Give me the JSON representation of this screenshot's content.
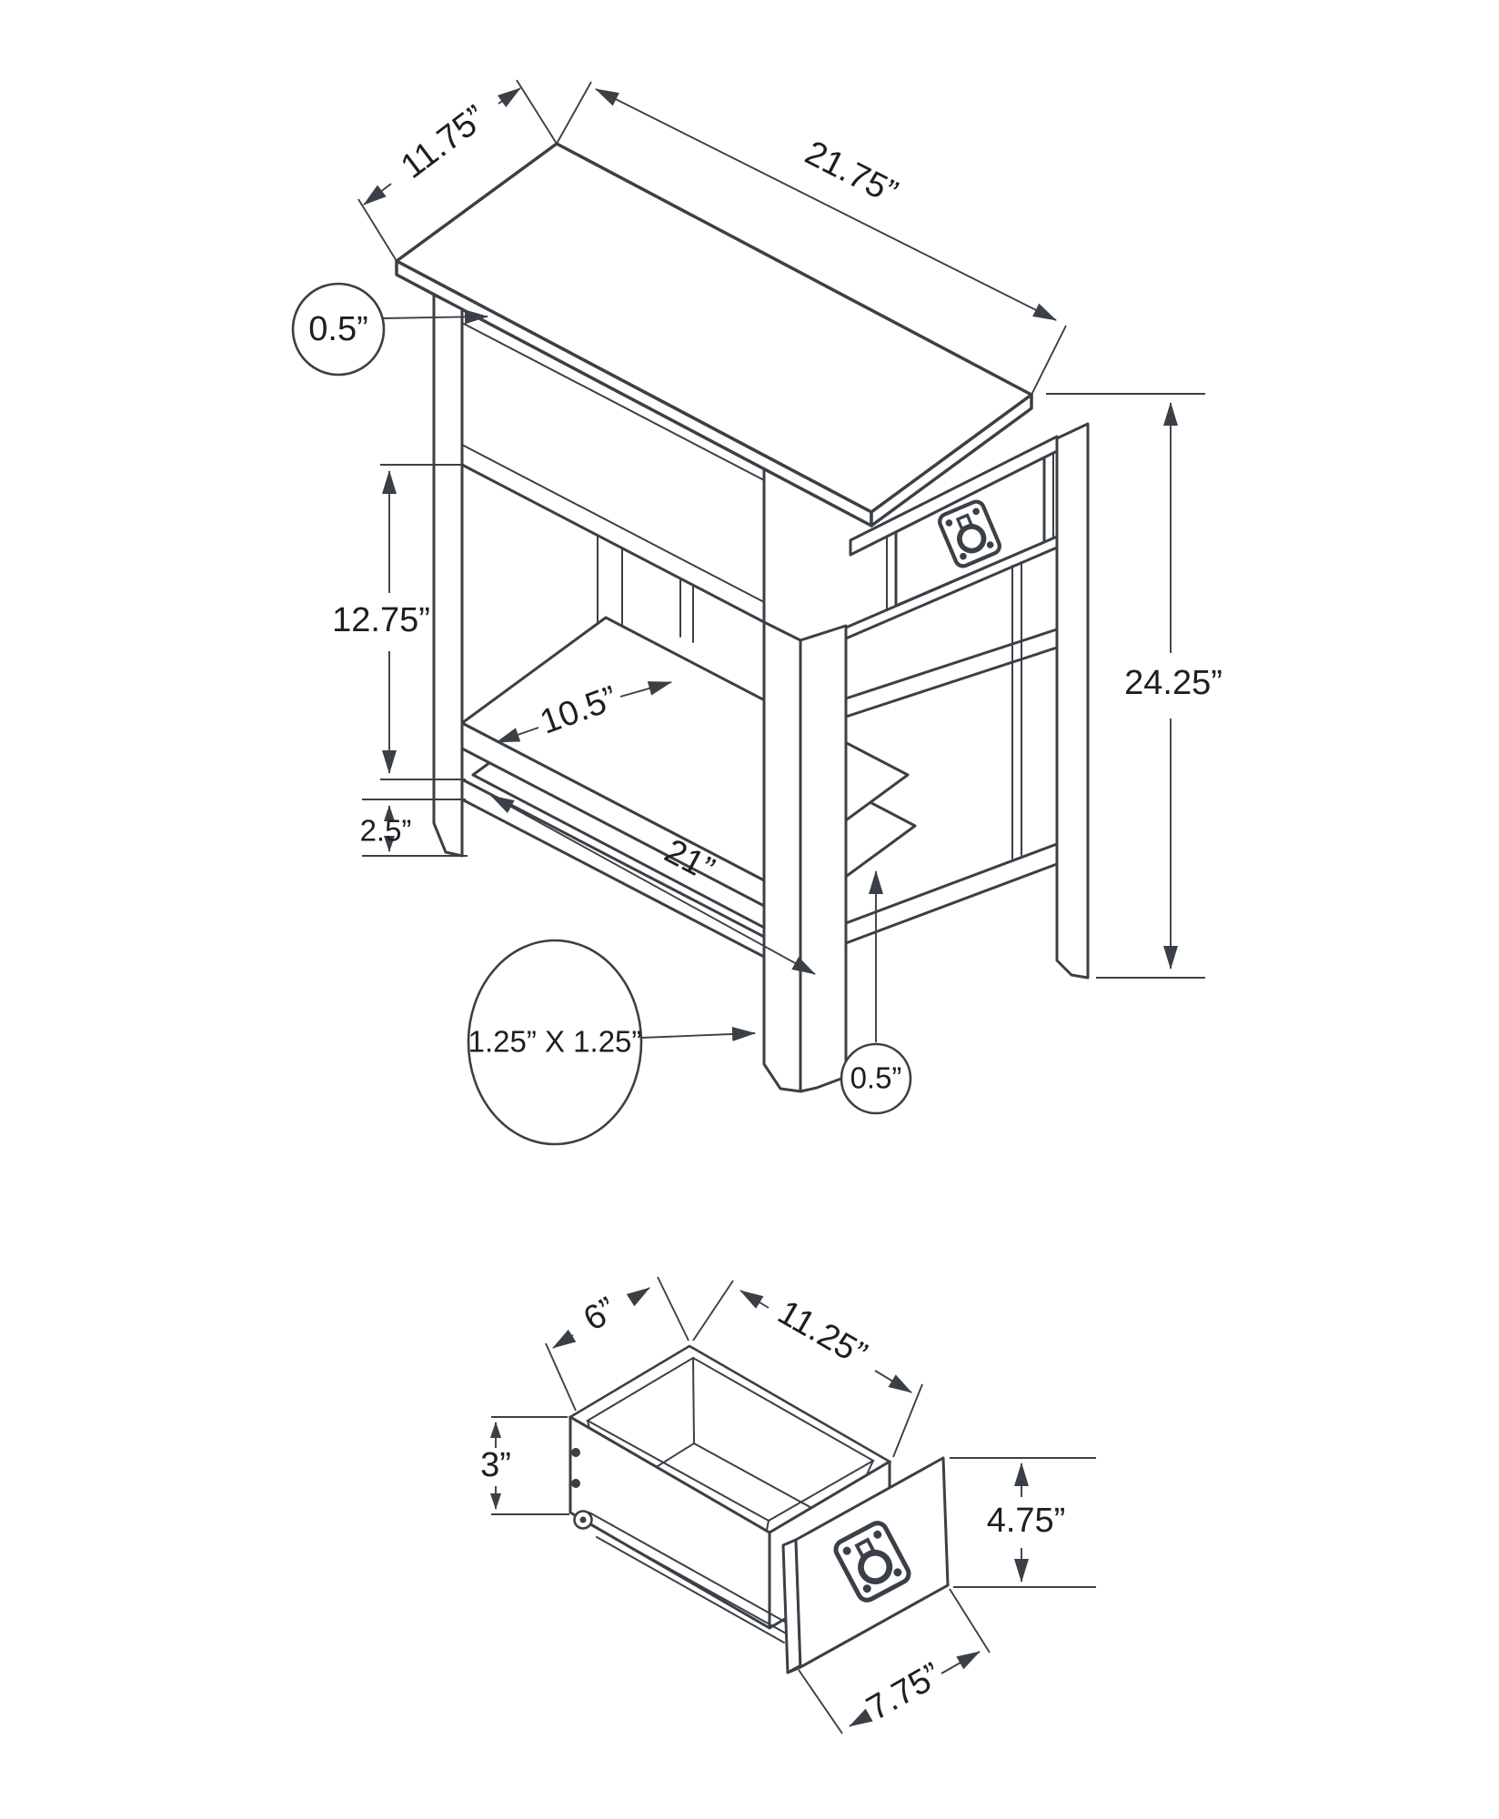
{
  "colors": {
    "background": "#ffffff",
    "line": "#3b4046",
    "text": "#1c1e22"
  },
  "table_view": {
    "description": "side table isometric dimension view",
    "dims": {
      "top_depth": "11.75”",
      "top_width": "21.75”",
      "top_thickness": "0.5”",
      "apron_to_base": "12.75”",
      "base_clearance": "2.5”",
      "shelf_depth": "10.5”",
      "shelf_width": "21”",
      "overall_height": "24.25”",
      "leg_section": "1.25” X 1.25”",
      "shelf_thickness": "0.5”"
    }
  },
  "drawer_view": {
    "description": "drawer isometric dimension view",
    "dims": {
      "inner_width": "6”",
      "inner_length": "11.25”",
      "side_height": "3”",
      "front_height": "4.75”",
      "front_width": "7.75”"
    }
  }
}
